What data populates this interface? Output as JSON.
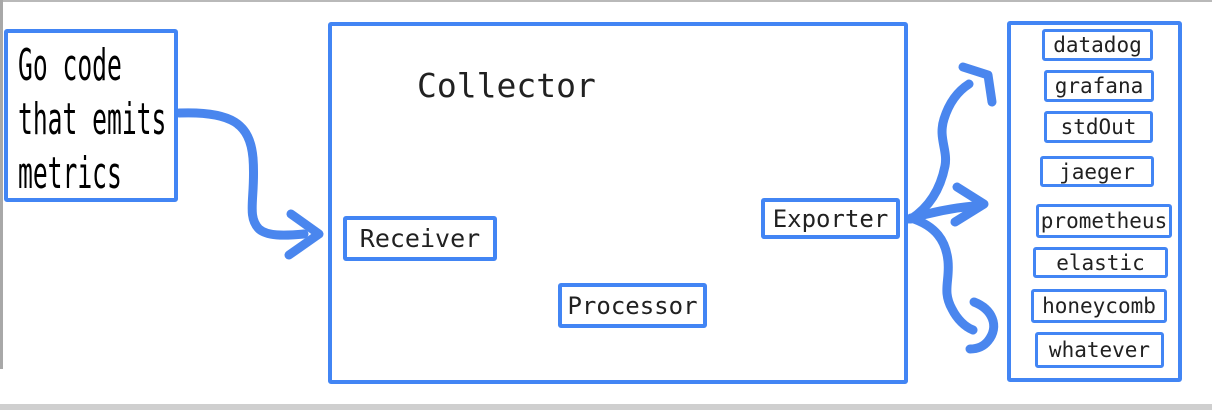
{
  "diagram": {
    "source_box": {
      "lines": [
        "Go code",
        "that emits",
        "metrics"
      ]
    },
    "collector": {
      "title": "Collector",
      "receiver_label": "Receiver",
      "processor_label": "Processor",
      "exporter_label": "Exporter"
    },
    "destinations": [
      "datadog",
      "grafana",
      "stdOut",
      "jaeger",
      "prometheus",
      "elastic",
      "honeycomb",
      "whatever"
    ],
    "colors": {
      "accent": "#4285f4",
      "arrow": "#4a86ee",
      "text": "#212121",
      "chrome_gray": "#a8a8a8"
    }
  }
}
